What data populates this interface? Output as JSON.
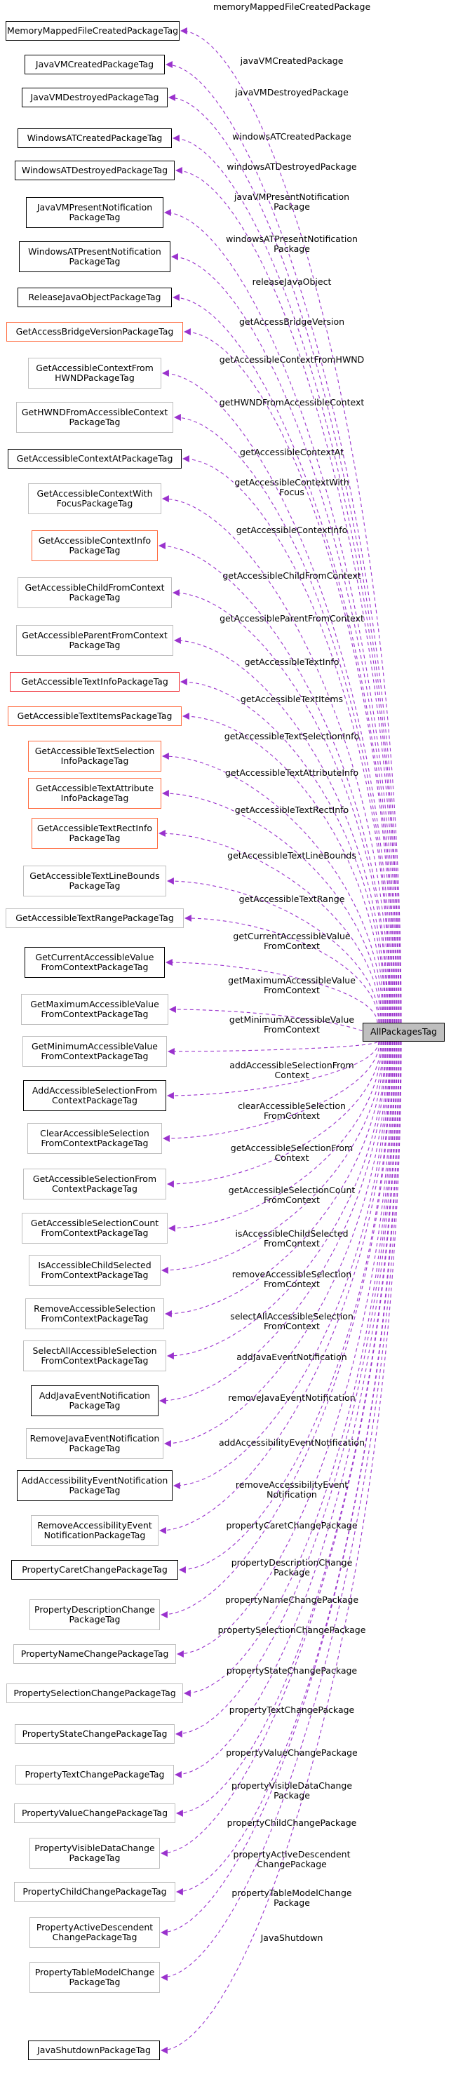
{
  "colors": {
    "edge": "#9a32cd",
    "border_black": "#000000",
    "border_gray": "#bfbfbf",
    "border_orange": "#ff6a3d",
    "border_red": "#ee1c24",
    "root_fill": "#bfbfbf"
  },
  "root": {
    "label": "AllPackagesTag"
  },
  "nodes": [
    {
      "label": "MemoryMappedFileCreatedPackageTag",
      "edge": "memoryMappedFileCreatedPackage",
      "style": "black"
    },
    {
      "label": "JavaVMCreatedPackageTag",
      "edge": "javaVMCreatedPackage",
      "style": "black"
    },
    {
      "label": "JavaVMDestroyedPackageTag",
      "edge": "javaVMDestroyedPackage",
      "style": "black"
    },
    {
      "label": "WindowsATCreatedPackageTag",
      "edge": "windowsATCreatedPackage",
      "style": "black"
    },
    {
      "label": "WindowsATDestroyedPackageTag",
      "edge": "windowsATDestroyedPackage",
      "style": "black"
    },
    {
      "label": "JavaVMPresentNotification\nPackageTag",
      "edge": "javaVMPresentNotification\nPackage",
      "style": "black"
    },
    {
      "label": "WindowsATPresentNotification\nPackageTag",
      "edge": "windowsATPresentNotification\nPackage",
      "style": "black"
    },
    {
      "label": "ReleaseJavaObjectPackageTag",
      "edge": "releaseJavaObject",
      "style": "black"
    },
    {
      "label": "GetAccessBridgeVersionPackageTag",
      "edge": "getAccessBridgeVersion",
      "style": "orange"
    },
    {
      "label": "GetAccessibleContextFrom\nHWNDPackageTag",
      "edge": "getAccessibleContextFromHWND",
      "style": "gray"
    },
    {
      "label": "GetHWNDFromAccessibleContext\nPackageTag",
      "edge": "getHWNDFromAccessibleContext",
      "style": "gray"
    },
    {
      "label": "GetAccessibleContextAtPackageTag",
      "edge": "getAccessibleContextAt",
      "style": "black"
    },
    {
      "label": "GetAccessibleContextWith\nFocusPackageTag",
      "edge": "getAccessibleContextWith\nFocus",
      "style": "gray"
    },
    {
      "label": "GetAccessibleContextInfo\nPackageTag",
      "edge": "getAccessibleContextInfo",
      "style": "orange"
    },
    {
      "label": "GetAccessibleChildFromContext\nPackageTag",
      "edge": "getAccessibleChildFromContext",
      "style": "gray"
    },
    {
      "label": "GetAccessibleParentFromContext\nPackageTag",
      "edge": "getAccessibleParentFromContext",
      "style": "gray"
    },
    {
      "label": "GetAccessibleTextInfoPackageTag",
      "edge": "getAccessibleTextInfo",
      "style": "red"
    },
    {
      "label": "GetAccessibleTextItemsPackageTag",
      "edge": "getAccessibleTextItems",
      "style": "orange"
    },
    {
      "label": "GetAccessibleTextSelection\nInfoPackageTag",
      "edge": "getAccessibleTextSelectionInfo",
      "style": "orange"
    },
    {
      "label": "GetAccessibleTextAttribute\nInfoPackageTag",
      "edge": "getAccessibleTextAttributeInfo",
      "style": "orange"
    },
    {
      "label": "GetAccessibleTextRectInfo\nPackageTag",
      "edge": "getAccessibleTextRectInfo",
      "style": "orange"
    },
    {
      "label": "GetAccessibleTextLineBounds\nPackageTag",
      "edge": "getAccessibleTextLineBounds",
      "style": "gray"
    },
    {
      "label": "GetAccessibleTextRangePackageTag",
      "edge": "getAccessibleTextRange",
      "style": "gray"
    },
    {
      "label": "GetCurrentAccessibleValue\nFromContextPackageTag",
      "edge": "getCurrentAccessibleValue\nFromContext",
      "style": "black"
    },
    {
      "label": "GetMaximumAccessibleValue\nFromContextPackageTag",
      "edge": "getMaximumAccessibleValue\nFromContext",
      "style": "gray"
    },
    {
      "label": "GetMinimumAccessibleValue\nFromContextPackageTag",
      "edge": "getMinimumAccessibleValue\nFromContext",
      "style": "gray"
    },
    {
      "label": "AddAccessibleSelectionFrom\nContextPackageTag",
      "edge": "addAccessibleSelectionFrom\nContext",
      "style": "black"
    },
    {
      "label": "ClearAccessibleSelection\nFromContextPackageTag",
      "edge": "clearAccessibleSelection\nFromContext",
      "style": "gray"
    },
    {
      "label": "GetAccessibleSelectionFrom\nContextPackageTag",
      "edge": "getAccessibleSelectionFrom\nContext",
      "style": "gray"
    },
    {
      "label": "GetAccessibleSelectionCount\nFromContextPackageTag",
      "edge": "getAccessibleSelectionCount\nFromContext",
      "style": "gray"
    },
    {
      "label": "IsAccessibleChildSelected\nFromContextPackageTag",
      "edge": "isAccessibleChildSelected\nFromContext",
      "style": "gray"
    },
    {
      "label": "RemoveAccessibleSelection\nFromContextPackageTag",
      "edge": "removeAccessibleSelection\nFromContext",
      "style": "gray"
    },
    {
      "label": "SelectAllAccessibleSelection\nFromContextPackageTag",
      "edge": "selectAllAccessibleSelection\nFromContext",
      "style": "gray"
    },
    {
      "label": "AddJavaEventNotification\nPackageTag",
      "edge": "addJavaEventNotification",
      "style": "black"
    },
    {
      "label": "RemoveJavaEventNotification\nPackageTag",
      "edge": "removeJavaEventNotification",
      "style": "gray"
    },
    {
      "label": "AddAccessibilityEventNotification\nPackageTag",
      "edge": "addAccessibilityEventNotification",
      "style": "black"
    },
    {
      "label": "RemoveAccessibilityEvent\nNotificationPackageTag",
      "edge": "removeAccessibilityEvent\nNotification",
      "style": "gray"
    },
    {
      "label": "PropertyCaretChangePackageTag",
      "edge": "propertyCaretChangePackage",
      "style": "black"
    },
    {
      "label": "PropertyDescriptionChange\nPackageTag",
      "edge": "propertyDescriptionChange\nPackage",
      "style": "gray"
    },
    {
      "label": "PropertyNameChangePackageTag",
      "edge": "propertyNameChangePackage",
      "style": "gray"
    },
    {
      "label": "PropertySelectionChangePackageTag",
      "edge": "propertySelectionChangePackage",
      "style": "gray"
    },
    {
      "label": "PropertyStateChangePackageTag",
      "edge": "propertyStateChangePackage",
      "style": "gray"
    },
    {
      "label": "PropertyTextChangePackageTag",
      "edge": "propertyTextChangePackage",
      "style": "gray"
    },
    {
      "label": "PropertyValueChangePackageTag",
      "edge": "propertyValueChangePackage",
      "style": "gray"
    },
    {
      "label": "PropertyVisibleDataChange\nPackageTag",
      "edge": "propertyVisibleDataChange\nPackage",
      "style": "gray"
    },
    {
      "label": "PropertyChildChangePackageTag",
      "edge": "propertyChildChangePackage",
      "style": "gray"
    },
    {
      "label": "PropertyActiveDescendent\nChangePackageTag",
      "edge": "propertyActiveDescendent\nChangePackage",
      "style": "gray"
    },
    {
      "label": "PropertyTableModelChange\nPackageTag",
      "edge": "propertyTableModelChange\nPackage",
      "style": "gray"
    },
    {
      "label": "JavaShutdownPackageTag",
      "edge": "JavaShutdown",
      "style": "black"
    }
  ]
}
